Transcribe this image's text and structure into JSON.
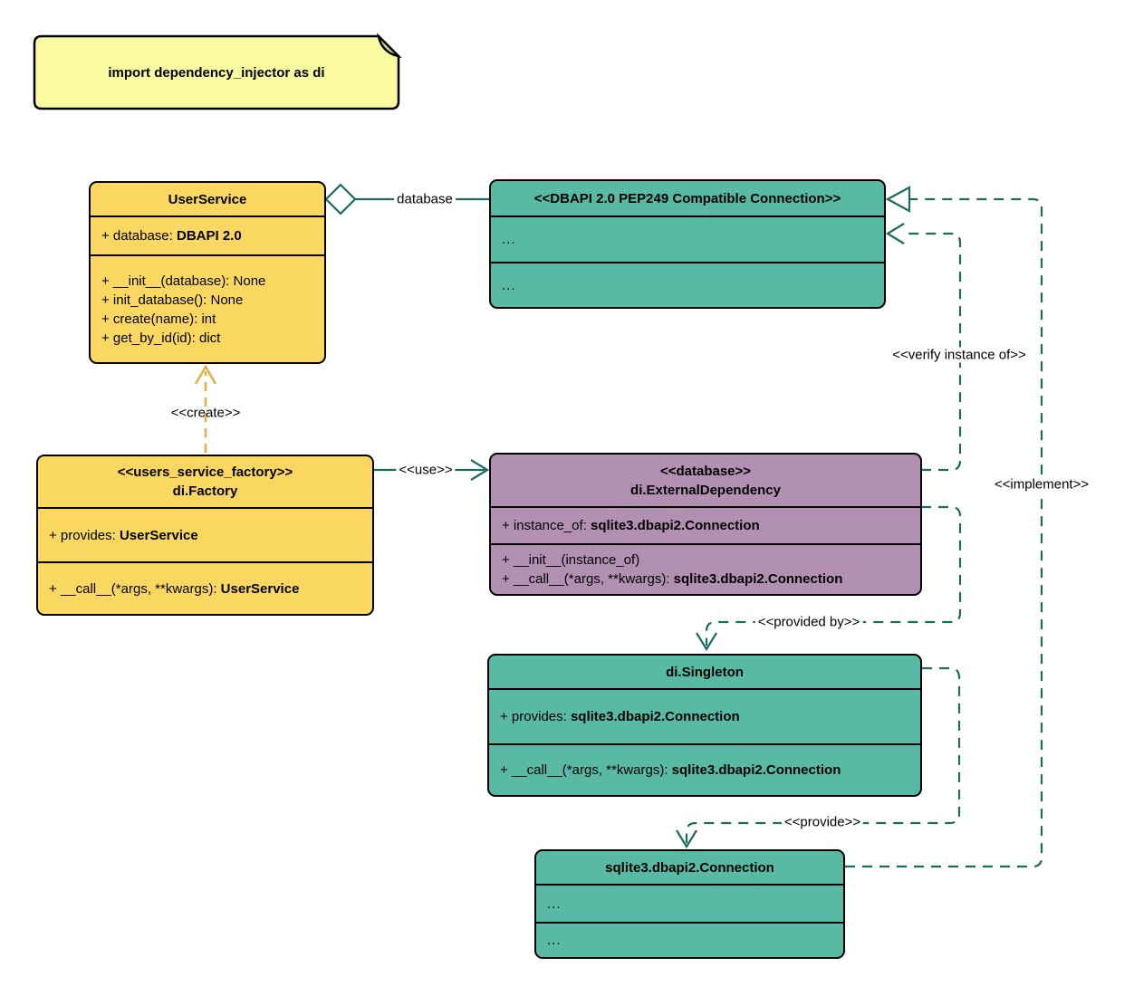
{
  "note": {
    "text": "import dependency_injector as di"
  },
  "colors": {
    "class_yellow": "#FAD761",
    "class_teal": "#58B9A5",
    "class_purple": "#B290B1",
    "note_yellow": "#FAFAA0",
    "edge_teal": "#1B6B5F",
    "edge_gold": "#E4AF3F"
  },
  "classes": {
    "user_service": {
      "title": "UserService",
      "attribute": {
        "prefix": "+ database: ",
        "type": "DBAPI 2.0"
      },
      "methods": [
        "+ __init__(database): None",
        "+ init_database(): None",
        "+ create(name): int",
        "+ get_by_id(id): dict"
      ]
    },
    "dbapi_connection": {
      "title": "<<DBAPI 2.0 PEP249 Compatible Connection>>",
      "rows": [
        "...",
        "..."
      ]
    },
    "factory": {
      "stereotype": "<<users_service_factory>>",
      "title": "di.Factory",
      "attribute": {
        "prefix": "+ provides: ",
        "type": "UserService"
      },
      "method": {
        "prefix": "+ __call__(*args, **kwargs): ",
        "type": "UserService"
      }
    },
    "external_dependency": {
      "stereotype": "<<database>>",
      "title": "di.ExternalDependency",
      "attribute": {
        "prefix": "+ instance_of: ",
        "type": "sqlite3.dbapi2.Connection"
      },
      "method1": "+ __init__(instance_of)",
      "method2": {
        "prefix": "+ __call__(*args, **kwargs): ",
        "type": "sqlite3.dbapi2.Connection"
      }
    },
    "singleton": {
      "title": "di.Singleton",
      "attribute": {
        "prefix": "+ provides: ",
        "type": "sqlite3.dbapi2.Connection"
      },
      "method": {
        "prefix": "+ __call__(*args, **kwargs): ",
        "type": "sqlite3.dbapi2.Connection"
      }
    },
    "sqlite_connection": {
      "title": "sqlite3.dbapi2.Connection",
      "rows": [
        "...",
        "..."
      ]
    }
  },
  "edges": {
    "database": "database",
    "create": "<<create>>",
    "use": "<<use>>",
    "verify": "<<verify instance of>>",
    "implement": "<<implement>>",
    "provided_by": "<<provided by>>",
    "provide": "<<provide>>"
  }
}
